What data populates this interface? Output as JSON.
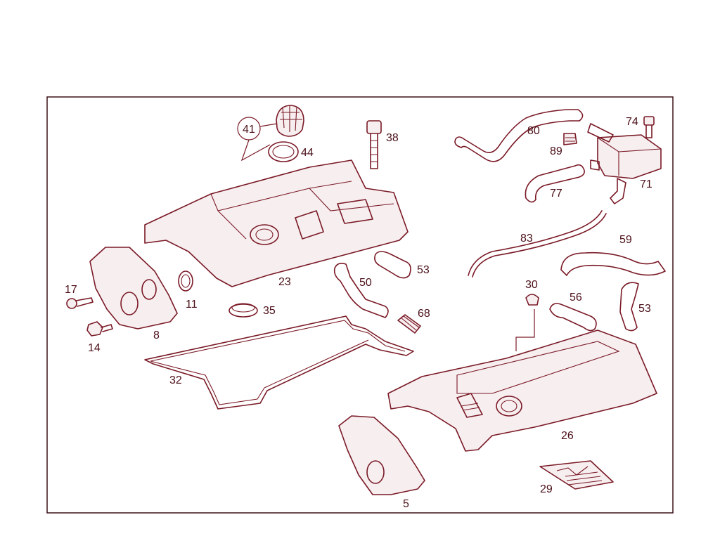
{
  "diagram": {
    "line_color": "#7a1a26",
    "callouts": {
      "c41": "41",
      "c44": "44",
      "c38": "38",
      "c80": "80",
      "c89": "89",
      "c74": "74",
      "c71": "71",
      "c77": "77",
      "c83": "83",
      "c59": "59",
      "c53a": "53",
      "c50": "50",
      "c23": "23",
      "c17": "17",
      "c11": "11",
      "c35": "35",
      "c68": "68",
      "c8": "8",
      "c14": "14",
      "c30": "30",
      "c56": "56",
      "c53b": "53",
      "c32": "32",
      "c26": "26",
      "c5": "5",
      "c29": "29"
    }
  }
}
